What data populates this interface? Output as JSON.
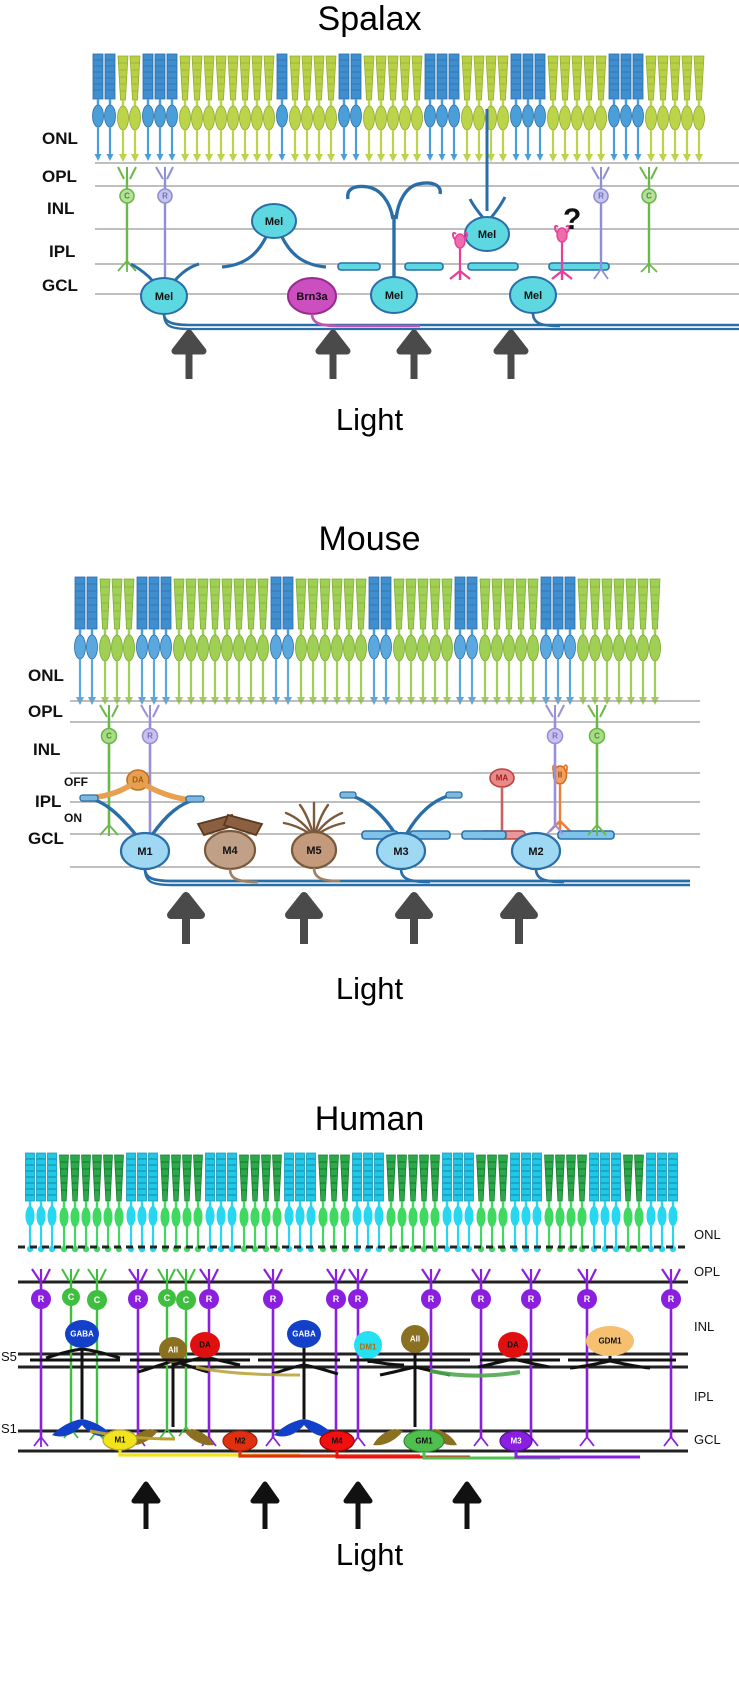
{
  "figure": {
    "panels": [
      {
        "id": "spalax",
        "title": "Spalax",
        "light_label": "Light",
        "layer_labels": [
          "ONL",
          "OPL",
          "INL",
          "IPL",
          "GCL"
        ],
        "inl_cells": [
          {
            "label": "C",
            "type": "cone-bipolar"
          },
          {
            "label": "R",
            "type": "rod-bipolar"
          },
          {
            "label": "Mel",
            "type": "displaced-melanopsin-rgc"
          },
          {
            "label": "Mel",
            "type": "displaced-melanopsin-rgc"
          },
          {
            "label": "R",
            "type": "rod-bipolar"
          },
          {
            "label": "C",
            "type": "cone-bipolar"
          }
        ],
        "gcl_cells": [
          {
            "label": "Mel",
            "color": "#5ed8e0"
          },
          {
            "label": "Brn3a",
            "color": "#cc4fc0"
          },
          {
            "label": "Mel",
            "color": "#5ed8e0"
          },
          {
            "label": "Mel",
            "color": "#5ed8e0"
          }
        ],
        "annotations": [
          "?"
        ],
        "arrow_count": 4
      },
      {
        "id": "mouse",
        "title": "Mouse",
        "light_label": "Light",
        "layer_labels": [
          "ONL",
          "OPL",
          "INL",
          "IPL",
          "GCL"
        ],
        "sublamina_labels": [
          "OFF",
          "ON"
        ],
        "inl_cells": [
          {
            "label": "C",
            "type": "cone-bipolar"
          },
          {
            "label": "R",
            "type": "rod-bipolar"
          },
          {
            "label": "DA",
            "type": "dopaminergic-amacrine"
          },
          {
            "label": "MA",
            "type": "monoaminergic-amacrine"
          },
          {
            "label": "II",
            "type": "amacrine-II"
          },
          {
            "label": "R",
            "type": "rod-bipolar"
          },
          {
            "label": "C",
            "type": "cone-bipolar"
          }
        ],
        "gcl_cells": [
          {
            "label": "M1",
            "color": "#9fd8f2"
          },
          {
            "label": "M4",
            "color": "#c0a087"
          },
          {
            "label": "M5",
            "color": "#c49a7d"
          },
          {
            "label": "M3",
            "color": "#9fd8f2"
          },
          {
            "label": "M2",
            "color": "#9fd8f2"
          }
        ],
        "arrow_count": 4
      },
      {
        "id": "human",
        "title": "Human",
        "light_label": "Light",
        "layer_labels": [
          "ONL",
          "OPL",
          "INL",
          "IPL",
          "GCL"
        ],
        "sublamina_labels": [
          "S5",
          "S1"
        ],
        "bipolar_cells": [
          {
            "label": "R",
            "color": "#8b1fe0"
          },
          {
            "label": "C",
            "color": "#3fbf3f"
          },
          {
            "label": "C",
            "color": "#3fbf3f"
          },
          {
            "label": "R",
            "color": "#8b1fe0"
          },
          {
            "label": "C",
            "color": "#3fbf3f"
          },
          {
            "label": "C",
            "color": "#3fbf3f"
          },
          {
            "label": "R",
            "color": "#8b1fe0"
          },
          {
            "label": "R",
            "color": "#8b1fe0"
          },
          {
            "label": "R",
            "color": "#8b1fe0"
          },
          {
            "label": "R",
            "color": "#8b1fe0"
          },
          {
            "label": "R",
            "color": "#8b1fe0"
          },
          {
            "label": "R",
            "color": "#8b1fe0"
          },
          {
            "label": "R",
            "color": "#8b1fe0"
          },
          {
            "label": "R",
            "color": "#8b1fe0"
          },
          {
            "label": "R",
            "color": "#8b1fe0"
          }
        ],
        "amacrine_cells": [
          {
            "label": "GABA",
            "color": "#1340c8",
            "text_color": "#ffffff"
          },
          {
            "label": "AII",
            "color": "#8a7020",
            "text_color": "#ffffff"
          },
          {
            "label": "DA",
            "color": "#e01010",
            "text_color": "#111111"
          },
          {
            "label": "GABA",
            "color": "#1340c8",
            "text_color": "#ffffff"
          },
          {
            "label": "DM1",
            "color": "#25e0f0",
            "text_color": "#b07010"
          },
          {
            "label": "AII",
            "color": "#8a7020",
            "text_color": "#ffffff"
          },
          {
            "label": "DA",
            "color": "#e01010",
            "text_color": "#111111"
          },
          {
            "label": "GDM1",
            "color": "#f5c070",
            "text_color": "#111111"
          }
        ],
        "gcl_cells": [
          {
            "label": "M1",
            "color": "#f2e41c",
            "text_color": "#111111"
          },
          {
            "label": "M2",
            "color": "#e03010",
            "text_color": "#111111"
          },
          {
            "label": "M4",
            "color": "#f01010",
            "text_color": "#111111"
          },
          {
            "label": "GM1",
            "color": "#4fc04f",
            "text_color": "#111111"
          },
          {
            "label": "M3",
            "color": "#8b1fe0",
            "text_color": "#ffffff"
          }
        ],
        "arrow_count": 4
      }
    ]
  },
  "colors": {
    "rod_blue": "#4a9fd8",
    "cone_green": "#bcd44a",
    "melanopsin_cyan": "#5ed8e0",
    "brn3a_magenta": "#cc4fc0",
    "human_rod_cyan": "#25d8f0",
    "human_cone_green": "#3fd860",
    "bipolar_purple": "#8b1fe0",
    "arrow_gray": "#4a4a4a",
    "layer_line": "#999999"
  }
}
